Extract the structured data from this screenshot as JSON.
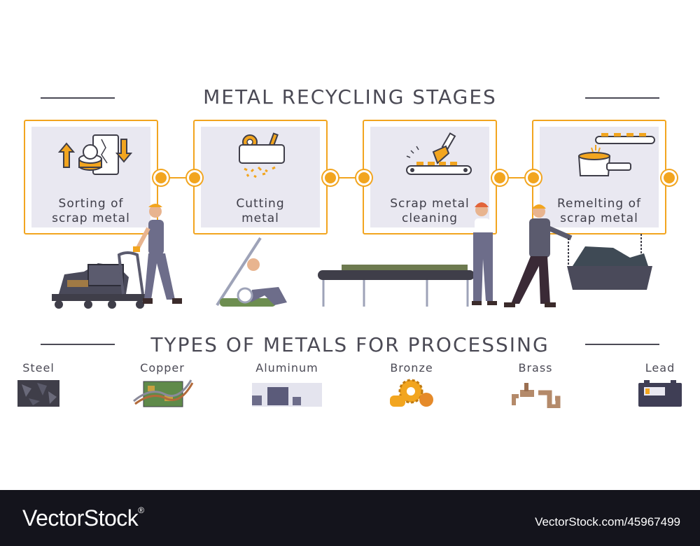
{
  "title": "METAL RECYCLING STAGES",
  "stages": [
    {
      "label_line1": "Sorting of",
      "label_line2": "scrap metal",
      "icon": "sorting-icon"
    },
    {
      "label_line1": "Cutting",
      "label_line2": "metal",
      "icon": "cutting-icon"
    },
    {
      "label_line1": "Scrap metal",
      "label_line2": "cleaning",
      "icon": "cleaning-icon"
    },
    {
      "label_line1": "Remelting of",
      "label_line2": "scrap metal",
      "icon": "remelting-icon"
    }
  ],
  "types_title": "TYPES OF METALS FOR PROCESSING",
  "metals": [
    {
      "name": "Steel",
      "icon": "steel-icon"
    },
    {
      "name": "Copper",
      "icon": "copper-icon"
    },
    {
      "name": "Aluminum",
      "icon": "aluminum-icon"
    },
    {
      "name": "Bronze",
      "icon": "bronze-icon"
    },
    {
      "name": "Brass",
      "icon": "brass-icon"
    },
    {
      "name": "Lead",
      "icon": "lead-icon"
    }
  ],
  "footer": {
    "brand": "VectorStock",
    "reg": "®",
    "credit": "VectorStock.com/45967499"
  },
  "colors": {
    "accent": "#f2a51f",
    "panel": "#e9e8f1",
    "text": "#4b4a55",
    "footer": "#14141c"
  }
}
